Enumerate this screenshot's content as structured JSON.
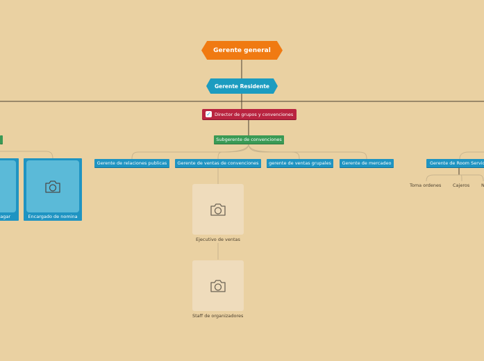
{
  "nodes": {
    "gerente_general": "Gerente general",
    "gerente_residente": "Gerente Residente",
    "director_grupos": "Director de grupos y convenciones",
    "subgerente_convenciones": "Subgerente de convenciones",
    "relaciones_publicas": "Gerente de relaciones publicas",
    "ventas_convenciones": "Gerente de ventas de convenciones",
    "ventas_grupales": "gerente de ventas grupales",
    "mercadeo": "Gerente de mercadeo",
    "room_service": "Gerente de Room Servic",
    "ejecutivo_ventas": "Ejecutivo de ventas",
    "staff_organizadores": "Staff de organizadores",
    "encargado_nomina": "Encargado de nomina",
    "pagar_partial": "pagar",
    "toma_ordenes": "Toma ordenes",
    "cajeros": "Cajeros",
    "n_partial": "N"
  },
  "icons": {
    "checkbox": "check-icon",
    "photo": "camera-icon"
  },
  "colors": {
    "background": "#ead1a2",
    "orange": "#f07a12",
    "blue": "#1f94c2",
    "red": "#b92440",
    "green": "#3a9a55",
    "line": "#4a3f33"
  }
}
